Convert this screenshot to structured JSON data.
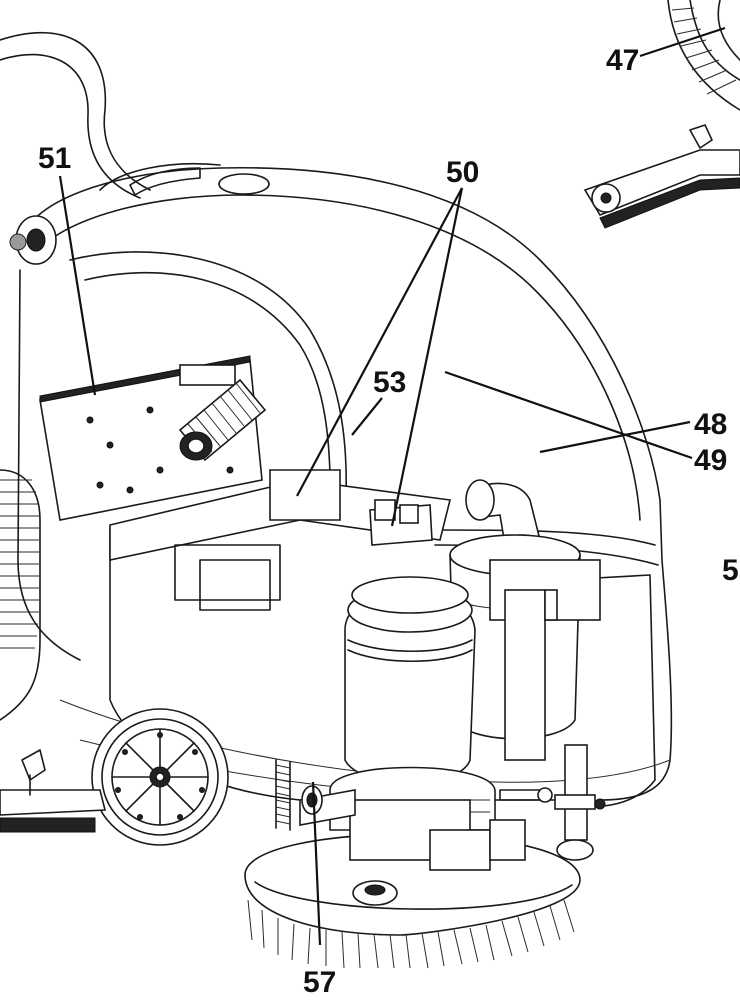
{
  "callouts": {
    "c47": "47",
    "c48": "48",
    "c49": "49",
    "c50": "50",
    "c51": "51",
    "c53": "53",
    "c57": "57",
    "c5_partial": "5"
  },
  "icons": {
    "vacuum_hose": "hose-coil",
    "wheel": "wheel-spoked",
    "motor": "brush-motor-cylinder",
    "squeegee": "squeegee-assembly",
    "brush_deck": "brush-disc"
  }
}
